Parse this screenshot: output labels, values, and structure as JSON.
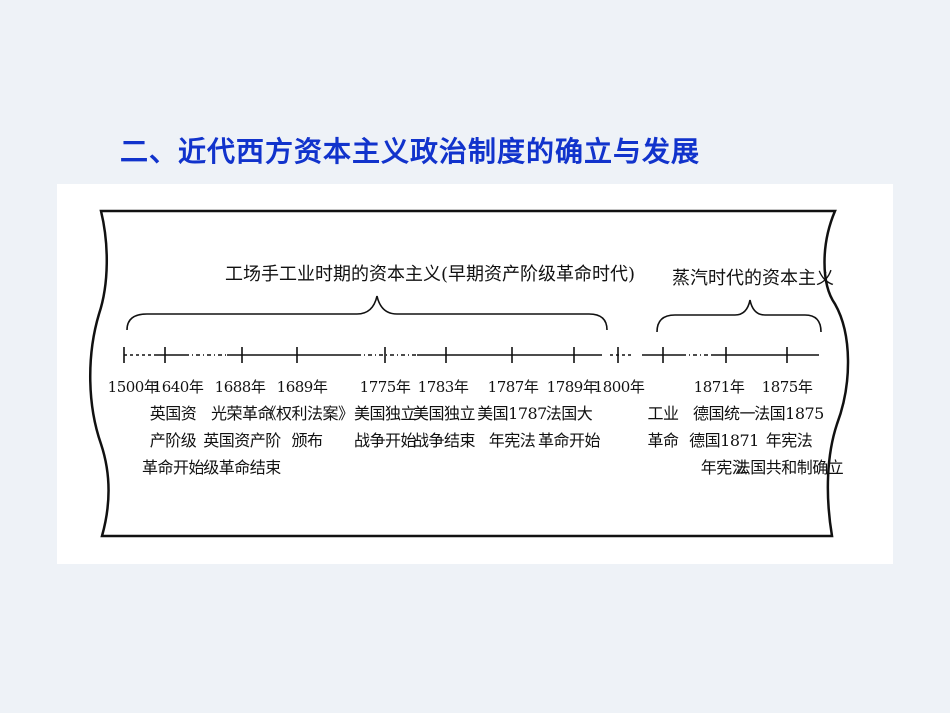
{
  "slide": {
    "title": "二、近代西方资本主义政治制度的确立与发展"
  },
  "timeline": {
    "eras": [
      {
        "label": "工场手工业时期的资本主义(早期资产阶级革命时代)"
      },
      {
        "label": "蒸汽时代的资本主义"
      }
    ],
    "events": [
      {
        "year": "1500年",
        "text": ""
      },
      {
        "year": "1640年",
        "text": "英国资\n产阶级\n革命开始"
      },
      {
        "year": "1688年",
        "text": "光荣革命\n英国资产阶\n级革命结束"
      },
      {
        "year": "1689年",
        "text": "《权利法案》\n颁布"
      },
      {
        "year": "1775年",
        "text": "美国独立\n战争开始"
      },
      {
        "year": "1783年",
        "text": "美国独立\n战争结束"
      },
      {
        "year": "1787年",
        "text": "美国1787\n年宪法"
      },
      {
        "year": "1789年",
        "text": "法国大\n革命开始"
      },
      {
        "year": "1800年",
        "text": ""
      },
      {
        "year": "",
        "text": "工业\n革命"
      },
      {
        "year": "1871年",
        "text": "德国统一\n德国1871\n年宪法"
      },
      {
        "year": "1875年",
        "text": "法国1875\n年宪法\n法国共和制确立"
      }
    ]
  },
  "colors": {
    "title": "#1133cc",
    "background": "#eef2f7",
    "figure": "#ffffff",
    "ink": "#111111"
  }
}
